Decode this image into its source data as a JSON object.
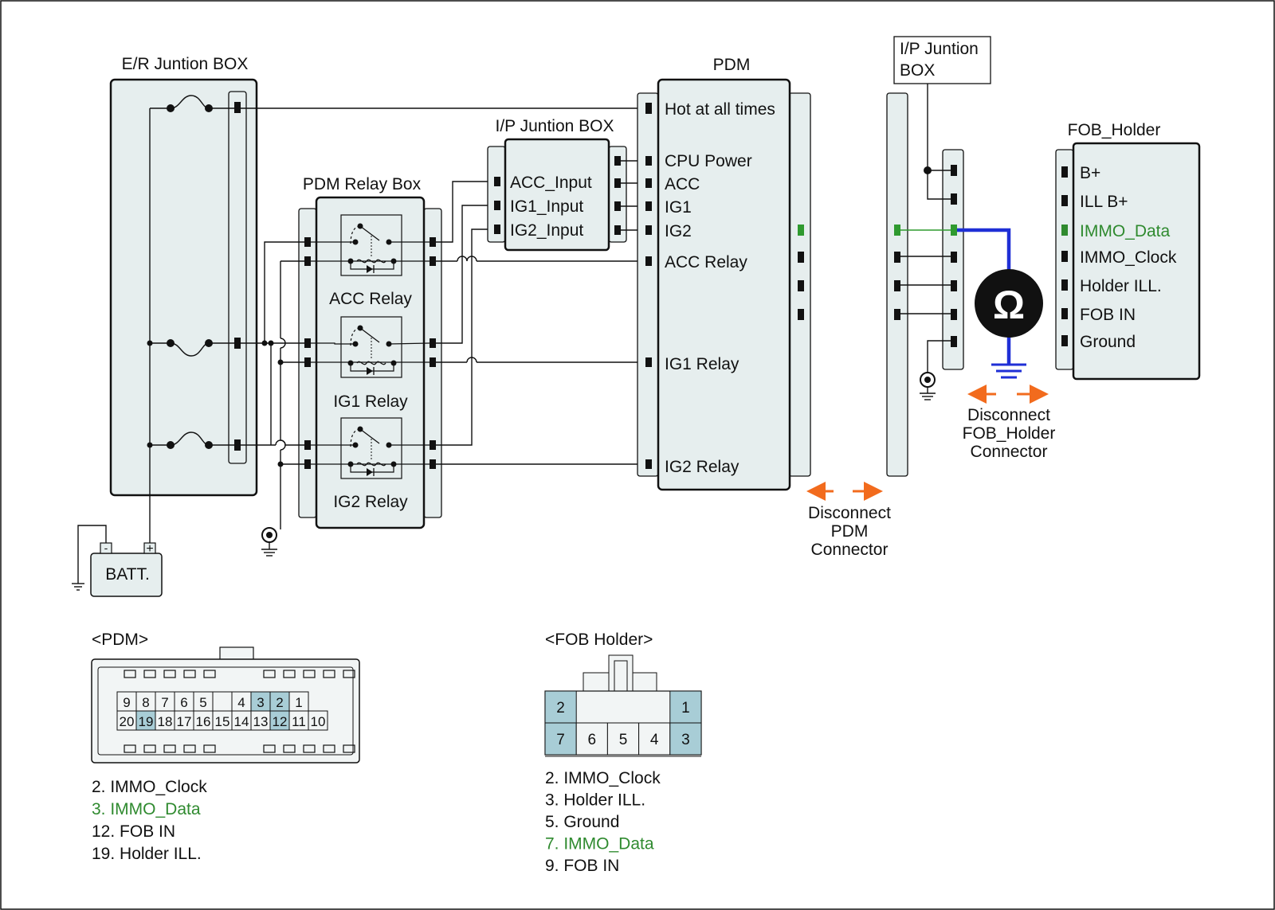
{
  "colors": {
    "panel": "#e6eeee",
    "immo_data": "#2f8a2f",
    "probe_wire": "#1f2fd6",
    "arrow": "#f26b1d",
    "highlight_cell": "#a8cdd6"
  },
  "er_box": {
    "title": "E/R Juntion BOX"
  },
  "battery": {
    "label": "BATT.",
    "neg": "-",
    "pos": "+"
  },
  "relay_box": {
    "title": "PDM Relay Box",
    "relays": [
      "ACC Relay",
      "IG1 Relay",
      "IG2 Relay"
    ]
  },
  "ip_box_left": {
    "title": "I/P Juntion BOX",
    "inputs": [
      "ACC_Input",
      "IG1_Input",
      "IG2_Input"
    ]
  },
  "pdm": {
    "title": "PDM",
    "pins": [
      "Hot at all times",
      "CPU Power",
      "ACC",
      "IG1",
      "IG2",
      "ACC Relay",
      "IG1 Relay",
      "IG2 Relay"
    ]
  },
  "ip_box_right": {
    "title_line1": "I/P Juntion",
    "title_line2": "BOX"
  },
  "fob_holder": {
    "title": "FOB_Holder",
    "pins": [
      {
        "label": "B+",
        "highlight": false
      },
      {
        "label": "ILL B+",
        "highlight": false
      },
      {
        "label": "IMMO_Data",
        "highlight": true
      },
      {
        "label": "IMMO_Clock",
        "highlight": false
      },
      {
        "label": "Holder ILL.",
        "highlight": false
      },
      {
        "label": "FOB IN",
        "highlight": false
      },
      {
        "label": "Ground",
        "highlight": false
      }
    ]
  },
  "meter": {
    "symbol": "Ω"
  },
  "disconnect_pdm": [
    "Disconnect",
    "PDM",
    "Connector"
  ],
  "disconnect_fob": [
    "Disconnect",
    "FOB_Holder",
    "Connector"
  ],
  "pdm_connector": {
    "title": "<PDM>",
    "row1": [
      "9",
      "8",
      "7",
      "6",
      "5",
      "",
      "4",
      "3",
      "2",
      "1"
    ],
    "row2": [
      "20",
      "19",
      "18",
      "17",
      "16",
      "15",
      "14",
      "13",
      "12",
      "11",
      "10"
    ],
    "highlight": [
      "3",
      "2",
      "19",
      "12"
    ],
    "notes": [
      {
        "text": "2. IMMO_Clock",
        "highlight": false
      },
      {
        "text": "3. IMMO_Data",
        "highlight": true
      },
      {
        "text": "12. FOB IN",
        "highlight": false
      },
      {
        "text": "19. Holder ILL.",
        "highlight": false
      }
    ]
  },
  "fob_connector": {
    "title": "<FOB Holder>",
    "top": [
      "2",
      "1"
    ],
    "bottom": [
      "7",
      "6",
      "5",
      "4",
      "3"
    ],
    "highlight": [
      "2",
      "1",
      "7",
      "3"
    ],
    "notes": [
      {
        "text": "2. IMMO_Clock",
        "highlight": false
      },
      {
        "text": "3. Holder ILL.",
        "highlight": false
      },
      {
        "text": "5. Ground",
        "highlight": false
      },
      {
        "text": "7. IMMO_Data",
        "highlight": true
      },
      {
        "text": "9. FOB IN",
        "highlight": false
      }
    ]
  }
}
